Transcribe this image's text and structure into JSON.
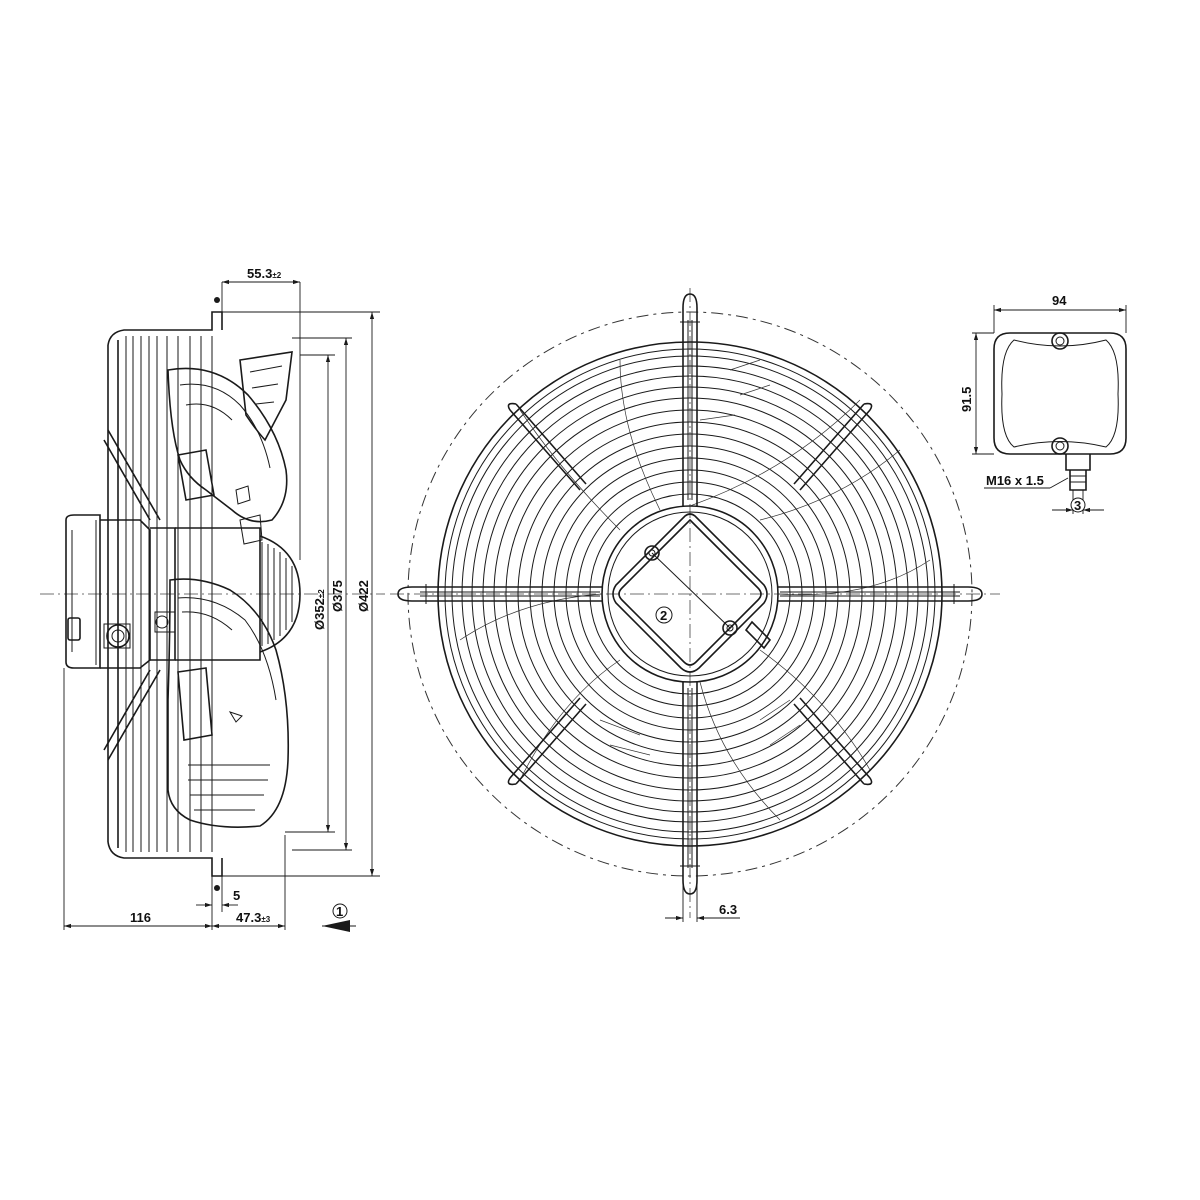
{
  "dimensions": {
    "overhang": "55.3",
    "overhang_tol": "±2",
    "diameter_352": "Ø352",
    "diameter_352_tol": "±2",
    "diameter_375": "Ø375",
    "diameter_422": "Ø422",
    "depth_116": "116",
    "gap_5": "5",
    "depth_47": "47.3",
    "depth_47_tol": "±3",
    "bar_6_3": "6.3",
    "box_width": "94",
    "box_height": "91.5",
    "gland_thread": "M16 x 1.5"
  },
  "callouts": {
    "c1": "1",
    "c2": "2",
    "c3": "3"
  }
}
